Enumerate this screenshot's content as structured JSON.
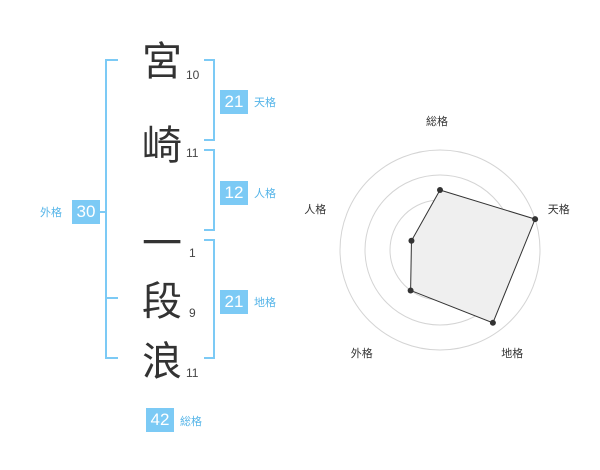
{
  "name_chars": [
    {
      "char": "宮",
      "strokes": "10"
    },
    {
      "char": "崎",
      "strokes": "11"
    },
    {
      "char": "一",
      "strokes": "1"
    },
    {
      "char": "段",
      "strokes": "9"
    },
    {
      "char": "浪",
      "strokes": "11"
    }
  ],
  "grids": {
    "tenkaku": {
      "value": "21",
      "label": "天格"
    },
    "jinkaku": {
      "value": "12",
      "label": "人格"
    },
    "chikaku": {
      "value": "21",
      "label": "地格"
    },
    "gaikaku": {
      "value": "30",
      "label": "外格"
    },
    "soukaku": {
      "value": "42",
      "label": "総格"
    }
  },
  "colors": {
    "accent": "#7ccaf5",
    "accent_text": "#54b4e8",
    "bracket": "#7ccaf5"
  },
  "chart_data": {
    "type": "radar",
    "axes": [
      "総格",
      "天格",
      "地格",
      "外格",
      "人格"
    ],
    "values": [
      0.6,
      1.0,
      0.9,
      0.5,
      0.3
    ],
    "rings": 4,
    "max": 1.0
  }
}
